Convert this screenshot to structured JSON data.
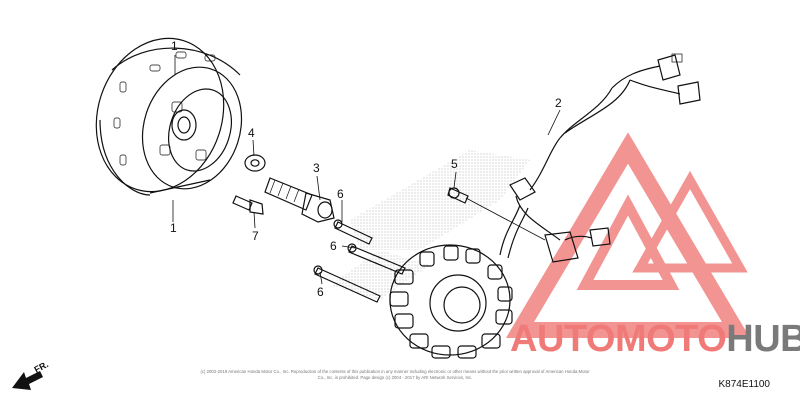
{
  "callouts": [
    "1",
    "2",
    "3",
    "4",
    "5",
    "6",
    "6",
    "6",
    "7"
  ],
  "direction_label": "FR.",
  "diagram_code": "K874E1100",
  "copyright": "(c) 2002-2018 American Honda Motor Co., Inc. Reproduction of the contents of this publication in any manner including electronic or other means without the prior written approval of American Honda Motor Co., Inc. is prohibited. Page design (c) 2004 - 2017 by ARI Network Services, Inc.",
  "watermark": {
    "part1": "AUTOMOTO",
    "part2": "HUB",
    "colors": {
      "accent": "#f07a78",
      "grey": "#7a7a7a"
    }
  }
}
